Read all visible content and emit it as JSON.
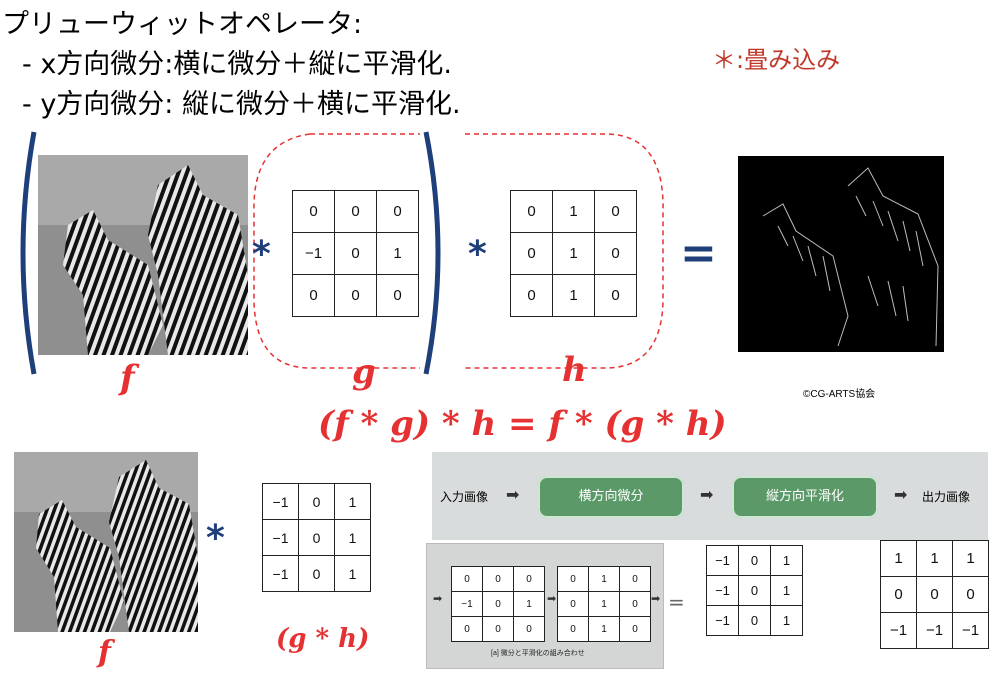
{
  "header": {
    "title": "プリューウィットオペレータ:",
    "bullets": [
      "- x方向微分:横に微分＋縦に平滑化.",
      "- y方向微分: 縦に微分＋横に平滑化."
    ],
    "conv_note": "＊:畳み込み"
  },
  "top_row": {
    "g_kernel": [
      [
        "0",
        "0",
        "0"
      ],
      [
        "−1",
        "0",
        "1"
      ],
      [
        "0",
        "0",
        "0"
      ]
    ],
    "h_kernel": [
      [
        "0",
        "1",
        "0"
      ],
      [
        "0",
        "1",
        "0"
      ],
      [
        "0",
        "1",
        "0"
      ]
    ],
    "label_f": "f",
    "label_g": "g",
    "label_h": "h",
    "star": "*",
    "equals": "=",
    "credit": "©CG-ARTS協会"
  },
  "formula": "(f * g) * h = f * (g * h)",
  "bottom_row": {
    "gh_kernel": [
      [
        "−1",
        "0",
        "1"
      ],
      [
        "−1",
        "0",
        "1"
      ],
      [
        "−1",
        "0",
        "1"
      ]
    ],
    "label_f": "f",
    "label_gh": "(g * h)",
    "star": "*"
  },
  "pipeline": {
    "input": "入力画像",
    "step1": "横方向微分",
    "step2": "縦方向平滑化",
    "output": "出力画像",
    "arrow": "➡"
  },
  "panel": {
    "k_a": [
      [
        "0",
        "0",
        "0"
      ],
      [
        "−1",
        "0",
        "1"
      ],
      [
        "0",
        "0",
        "0"
      ]
    ],
    "k_b": [
      [
        "0",
        "1",
        "0"
      ],
      [
        "0",
        "1",
        "0"
      ],
      [
        "0",
        "1",
        "0"
      ]
    ],
    "equals": "=",
    "caption": "[a] 微分と平滑化の組み合わせ"
  },
  "result_kernels": {
    "x_kernel": [
      [
        "−1",
        "0",
        "1"
      ],
      [
        "−1",
        "0",
        "1"
      ],
      [
        "−1",
        "0",
        "1"
      ]
    ],
    "y_kernel": [
      [
        "1",
        "1",
        "1"
      ],
      [
        "0",
        "0",
        "0"
      ],
      [
        "−1",
        "−1",
        "−1"
      ]
    ]
  },
  "colors": {
    "accent_red": "#e53131",
    "navy": "#1f3f7a",
    "pill_green": "#5b9a68"
  }
}
